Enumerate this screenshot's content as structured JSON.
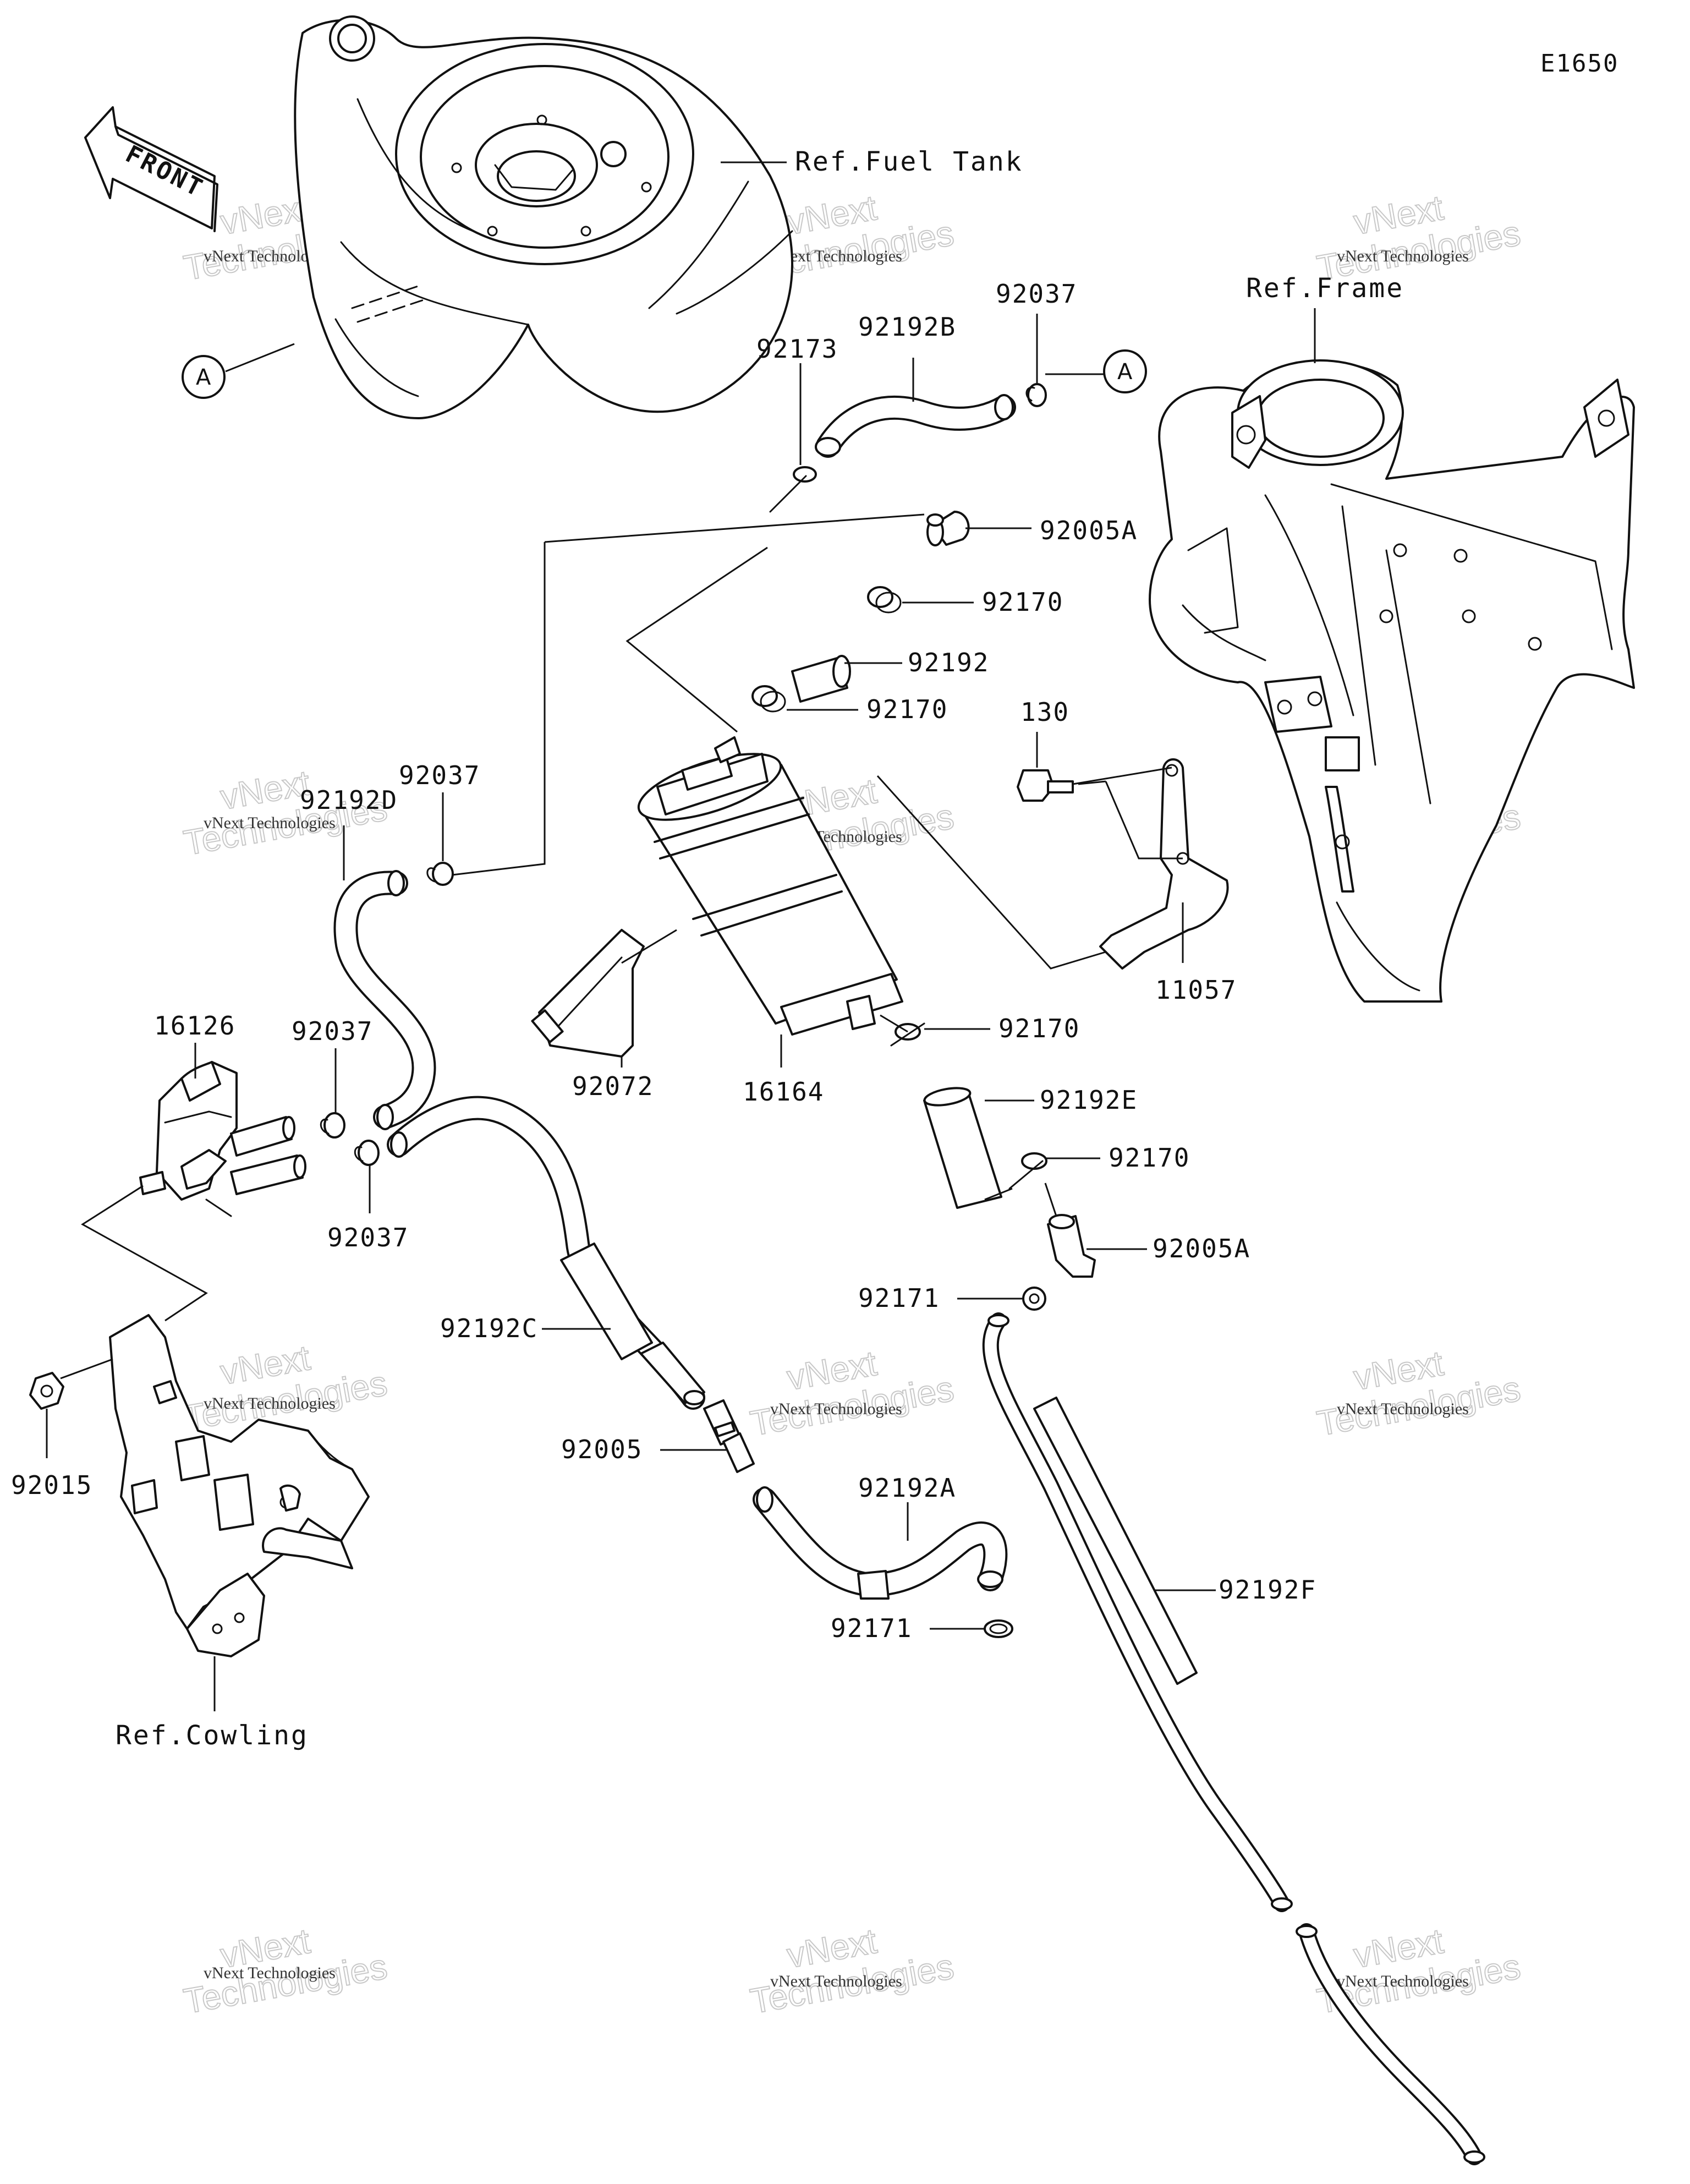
{
  "diagram_code": "E1650",
  "front_arrow_text": "FRONT",
  "marker_a": "A",
  "references": {
    "fuel_tank": "Ref.Fuel Tank",
    "frame": "Ref.Frame",
    "cowling": "Ref.Cowling"
  },
  "parts": {
    "p92037_top": "92037",
    "p92192B": "92192B",
    "p92173": "92173",
    "p92005A_top": "92005A",
    "p92170_a": "92170",
    "p92192": "92192",
    "p92170_b": "92170",
    "p130": "130",
    "p92037_left": "92037",
    "p92192D": "92192D",
    "p16126": "16126",
    "p92037_mid": "92037",
    "p92037_low": "92037",
    "p11057": "11057",
    "p92072": "92072",
    "p16164": "16164",
    "p92170_c": "92170",
    "p92192E": "92192E",
    "p92170_d": "92170",
    "p92005A_low": "92005A",
    "p92171_top": "92171",
    "p92192C": "92192C",
    "p92015": "92015",
    "p92005": "92005",
    "p92192A": "92192A",
    "p92171_low": "92171",
    "p92192F": "92192F"
  },
  "watermark": {
    "small": "vNext Technologies",
    "big_line1": "vNext",
    "big_line2": "Technologies"
  }
}
